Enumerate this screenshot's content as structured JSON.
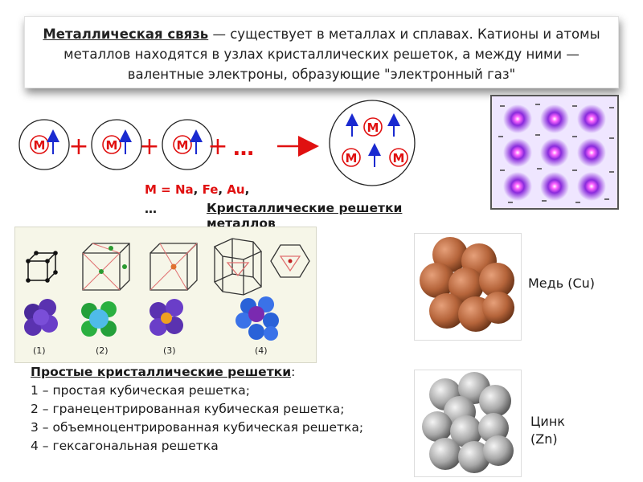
{
  "header": {
    "term": "Металлическая связь",
    "sentence": " — существует в металлах и сплавах. Катионы и атомы металлов находятся в узлах кристаллических решеток, а между ними — валентные электроны, образующие \"электронный газ\""
  },
  "scheme": {
    "atom_symbol": "М",
    "plus": "+",
    "ellipsis": "…"
  },
  "metals": {
    "prefix": "М = ",
    "na": "Na",
    "sep1": ", ",
    "fe": "Fe",
    "sep2": ", ",
    "au": "Au",
    "suffix": ",",
    "more": "…"
  },
  "lattices": {
    "subheading": "Кристаллические решетки металлов",
    "labels": [
      "(1)",
      "(2)",
      "(3)",
      "(4)"
    ]
  },
  "simple_lattices": {
    "title": "Простые кристаллические решетки",
    "colon": ":",
    "items": [
      "1 – простая кубическая решетка;",
      "2 – гранецентрированная кубическая решетка;",
      "3 – объемноцентрированная кубическая решетка;",
      "4 – гексагональная решетка"
    ]
  },
  "copper": {
    "label": "Медь (Cu)",
    "color": "#b5643a"
  },
  "zinc": {
    "label": "Цинк (Zn)",
    "color": "#a8a8a8"
  },
  "colors": {
    "red": "#e01010",
    "blue": "#1a2ad0",
    "electron_purple": "#7a22d8"
  }
}
